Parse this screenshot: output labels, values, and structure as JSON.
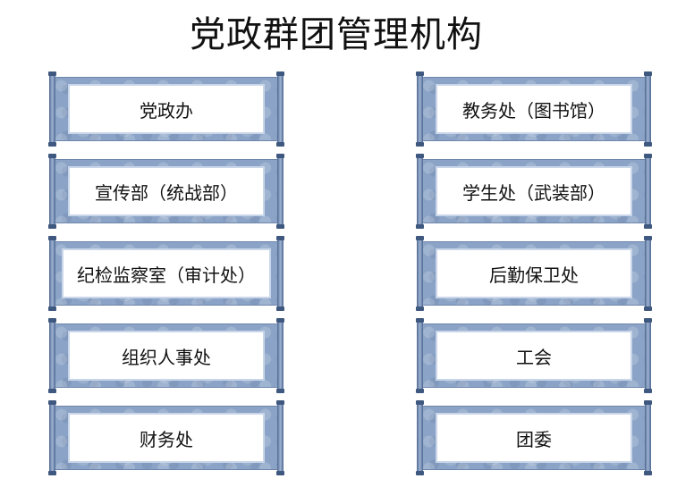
{
  "title": "党政群团管理机构",
  "left_units": [
    "党政办",
    "宣传部（统战部）",
    "纪检监察室（审计处）",
    "组织人事处",
    "财务处"
  ],
  "right_units": [
    "教务处（图书馆）",
    "学生处（武装部）",
    "后勤保卫处",
    "工会",
    "团委"
  ],
  "colors": {
    "scroll_body": "#8aa3c6",
    "scroll_rod": "#4f6890",
    "panel_border": "#c9d6e9",
    "text": "#111111"
  }
}
